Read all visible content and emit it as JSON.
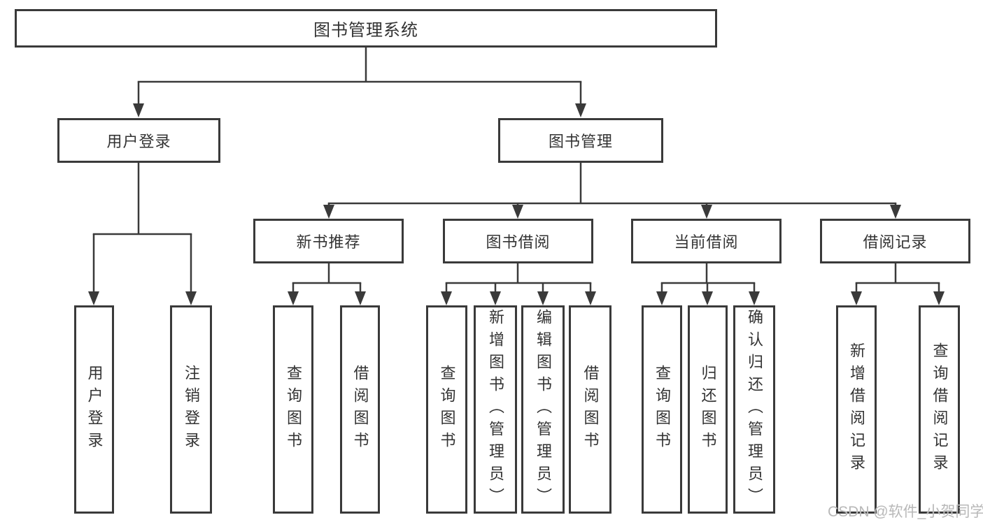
{
  "colors": {
    "line": "#3a3a3a",
    "text": "#333333",
    "watermark": "#b8b8b8",
    "background": "#ffffff"
  },
  "root": {
    "label": "图书管理系统"
  },
  "level2": {
    "user_login": {
      "label": "用户登录"
    },
    "book_mgmt": {
      "label": "图书管理"
    }
  },
  "level3": {
    "new_book_rec": {
      "label": "新书推荐"
    },
    "book_borrow": {
      "label": "图书借阅"
    },
    "current_borrow": {
      "label": "当前借阅"
    },
    "borrow_record": {
      "label": "借阅记录"
    }
  },
  "leaves": {
    "user_login": {
      "label": "用户登录"
    },
    "logout": {
      "label": "注销登录"
    },
    "rec_query_books": {
      "label": "查询图书"
    },
    "rec_borrow_books": {
      "label": "借阅图书"
    },
    "bb_query_books": {
      "label": "查询图书"
    },
    "bb_add_books": {
      "label": "新增图书（管理员）"
    },
    "bb_edit_books": {
      "label": "编辑图书（管理员）"
    },
    "bb_borrow_books": {
      "label": "借阅图书"
    },
    "cb_query_books": {
      "label": "查询图书"
    },
    "cb_return_books": {
      "label": "归还图书"
    },
    "cb_confirm_return": {
      "label": "确认归还（管理员）"
    },
    "br_add_record": {
      "label": "新增借阅记录"
    },
    "br_query_record": {
      "label": "查询借阅记录"
    }
  },
  "hierarchy": [
    {
      "parent": "图书管理系统",
      "children": [
        "用户登录",
        "图书管理"
      ]
    },
    {
      "parent": "用户登录",
      "children": [
        "用户登录",
        "注销登录"
      ]
    },
    {
      "parent": "图书管理",
      "children": [
        "新书推荐",
        "图书借阅",
        "当前借阅",
        "借阅记录"
      ]
    },
    {
      "parent": "新书推荐",
      "children": [
        "查询图书",
        "借阅图书"
      ]
    },
    {
      "parent": "图书借阅",
      "children": [
        "查询图书",
        "新增图书（管理员）",
        "编辑图书（管理员）",
        "借阅图书"
      ]
    },
    {
      "parent": "当前借阅",
      "children": [
        "查询图书",
        "归还图书",
        "确认归还（管理员）"
      ]
    },
    {
      "parent": "借阅记录",
      "children": [
        "新增借阅记录",
        "查询借阅记录"
      ]
    }
  ],
  "watermark": {
    "text": "CSDN @软件_小贺同学"
  }
}
